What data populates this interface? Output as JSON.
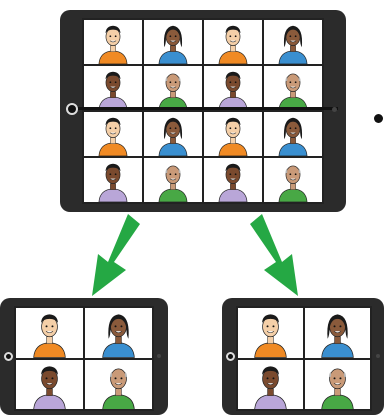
{
  "scene": {
    "palette": {
      "skin_light": "#f4cfa8",
      "skin_dark": "#8a5a3b",
      "skin_medium_dark": "#7a4a2e",
      "skin_older": "#c99a78",
      "hair_black": "#1a1a1a",
      "hair_grey": "#b5b5b5",
      "shirt_orange": "#f08a24",
      "shirt_blue": "#3a8fd0",
      "shirt_purple": "#b9a6d8",
      "shirt_green": "#48a845",
      "arrow_green": "#25a844"
    },
    "large_tablet": {
      "rows": [
        [
          "boy-orange",
          "girl-blue",
          "boy-orange",
          "girl-blue"
        ],
        [
          "boy-purple",
          "man-green",
          "boy-purple",
          "man-green"
        ],
        [
          "boy-orange",
          "girl-blue",
          "boy-orange",
          "girl-blue"
        ],
        [
          "boy-purple",
          "man-green",
          "boy-purple",
          "man-green"
        ]
      ]
    },
    "small_tablets": [
      {
        "rows": [
          [
            "boy-orange",
            "girl-blue"
          ],
          [
            "boy-purple",
            "man-green"
          ]
        ]
      },
      {
        "rows": [
          [
            "boy-orange",
            "girl-blue"
          ],
          [
            "boy-purple",
            "man-green"
          ]
        ]
      }
    ]
  }
}
